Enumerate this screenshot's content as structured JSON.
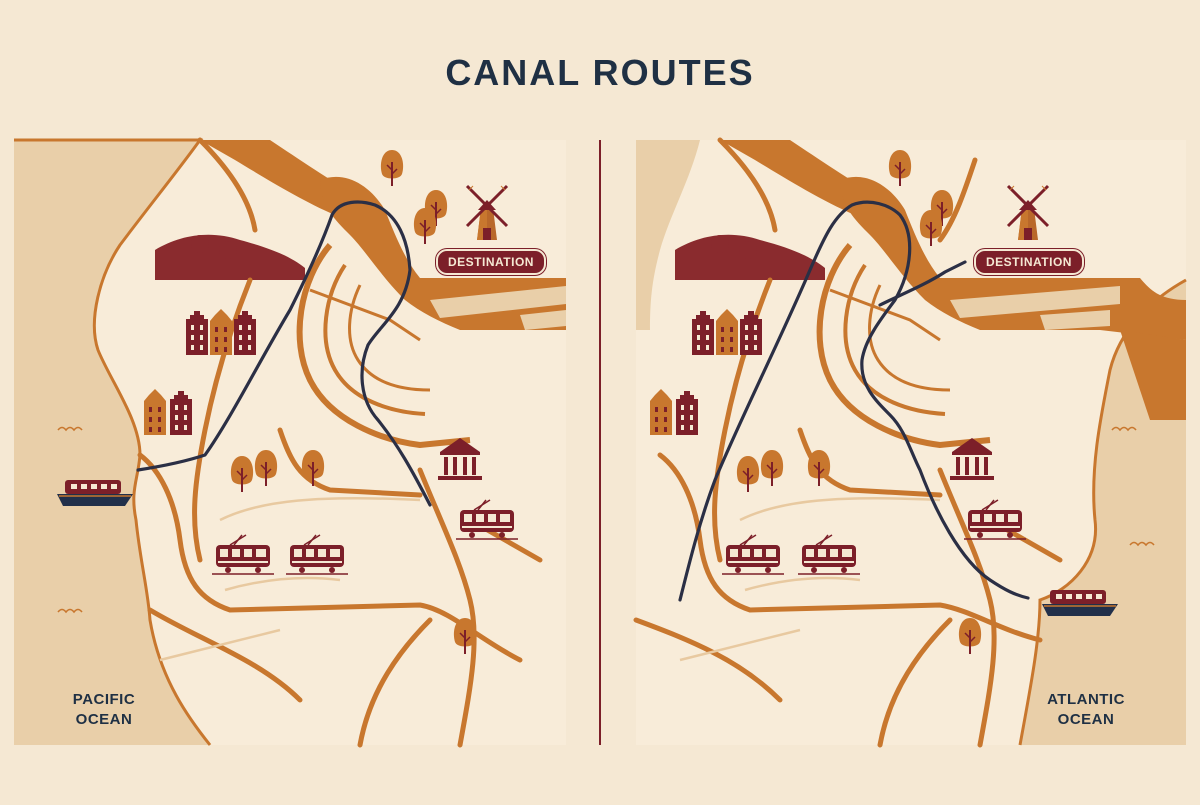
{
  "title": "CANAL ROUTES",
  "maps": [
    {
      "id": "left",
      "ocean_label_line1": "PACIFIC",
      "ocean_label_line2": "OCEAN",
      "destination_label": "DESTINATION"
    },
    {
      "id": "right",
      "ocean_label_line1": "ATLANTIC",
      "ocean_label_line2": "OCEAN",
      "destination_label": "DESTINATION"
    }
  ],
  "colors": {
    "background": "#f5e8d3",
    "land": "#f8ecd9",
    "sea": "#e9cfa9",
    "canal": "#c8772e",
    "canal_dark": "#b9682a",
    "route": "#2b2f45",
    "accent": "#7c1f29",
    "title": "#1f3044"
  },
  "icons": [
    "windmill-icon",
    "tree-icon",
    "canal-house-icon",
    "museum-icon",
    "tram-icon",
    "boat-icon",
    "wave-icon"
  ]
}
